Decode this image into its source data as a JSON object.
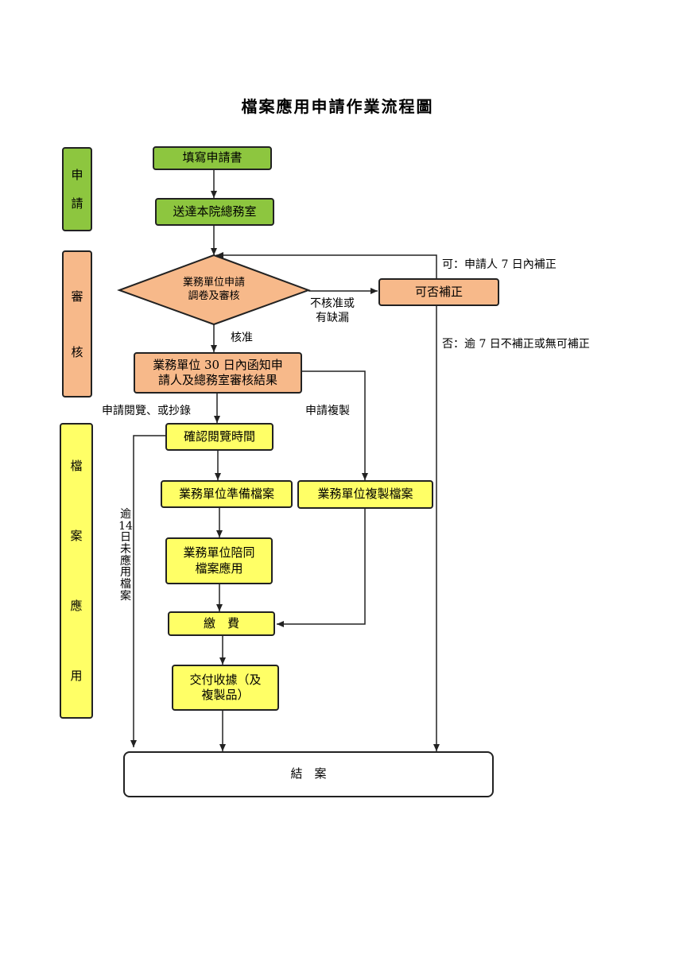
{
  "title": "檔案應用申請作業流程圖",
  "stages": {
    "apply": "申請",
    "review": "審核",
    "use": "檔案應用"
  },
  "nodes": {
    "fill_form": "填寫申請書",
    "deliver": "送達本院總務室",
    "review_decision": "業務單位申請\n調卷及審核",
    "can_correct": "可否補正",
    "notify_result": "業務單位 30 日內函知申\n請人及總務室審核結果",
    "confirm_time": "確認閱覽時間",
    "prepare_files": "業務單位準備檔案",
    "copy_files": "業務單位複製檔案",
    "accompany": "業務單位陪同\n檔案應用",
    "pay_fee": "繳　費",
    "deliver_receipt": "交付收據（及\n複製品）",
    "close_case": "結　案"
  },
  "labels": {
    "not_approved": "不核准或\n有缺漏",
    "approved": "核准",
    "yes_correct": "可：申請人 7 日內補正",
    "no_correct": "否：逾 7 日不補正或無可補正",
    "apply_view": "申請閱覽、或抄錄",
    "apply_copy": "申請複製",
    "overdue": "逾14日未應用檔案"
  },
  "colors": {
    "apply": "#8dc63f",
    "review": "#f7b98a",
    "use": "#ffff66"
  }
}
